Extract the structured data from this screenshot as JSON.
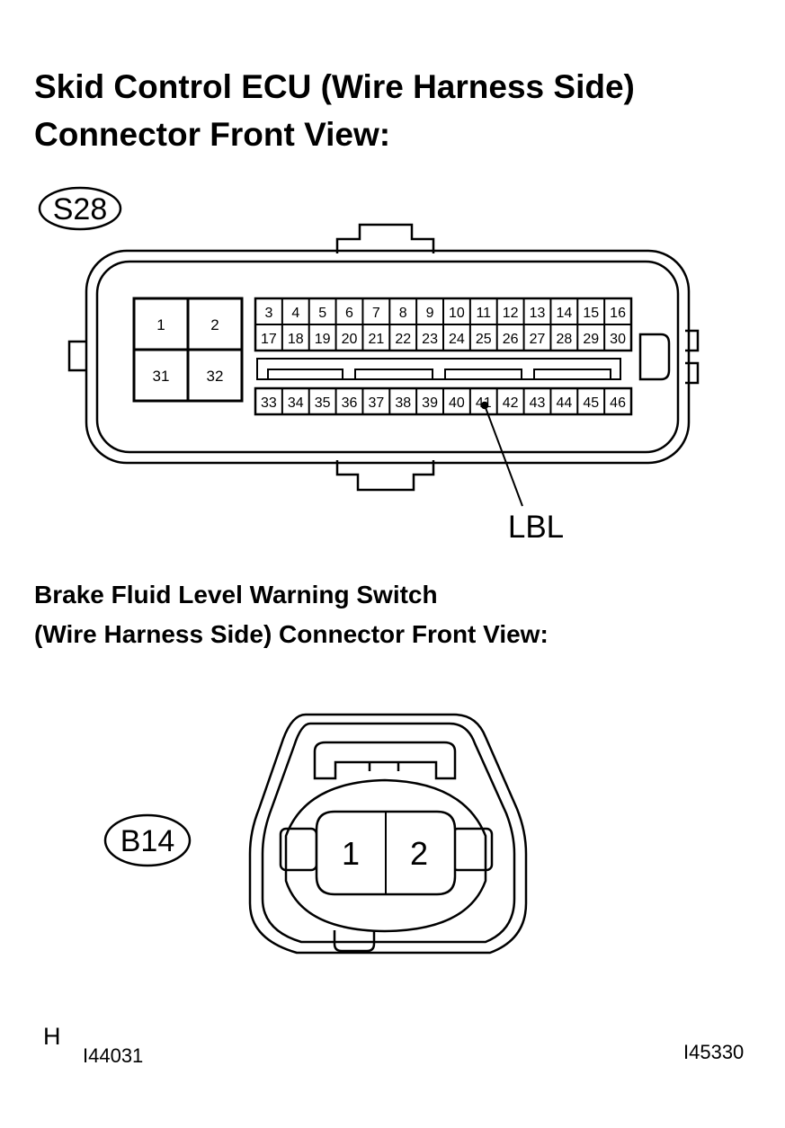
{
  "ecu_connector": {
    "title_line1": "Skid Control ECU (Wire Harness Side)",
    "title_line2": "Connector Front View:",
    "code": "S28",
    "big_pins": [
      "1",
      "2",
      "31",
      "32"
    ],
    "row1": [
      "3",
      "4",
      "5",
      "6",
      "7",
      "8",
      "9",
      "10",
      "11",
      "12",
      "13",
      "14",
      "15",
      "16"
    ],
    "row2": [
      "17",
      "18",
      "19",
      "20",
      "21",
      "22",
      "23",
      "24",
      "25",
      "26",
      "27",
      "28",
      "29",
      "30"
    ],
    "row3": [
      "33",
      "34",
      "35",
      "36",
      "37",
      "38",
      "39",
      "40",
      "41",
      "42",
      "43",
      "44",
      "45",
      "46"
    ],
    "callout_label": "LBL"
  },
  "switch_connector": {
    "title_line1": "Brake Fluid Level Warning Switch",
    "title_line2": "(Wire Harness Side) Connector Front View:",
    "code": "B14",
    "pins": [
      "1",
      "2"
    ]
  },
  "footer": {
    "left_letter": "H",
    "left_code": "I44031",
    "right_code": "I45330"
  }
}
